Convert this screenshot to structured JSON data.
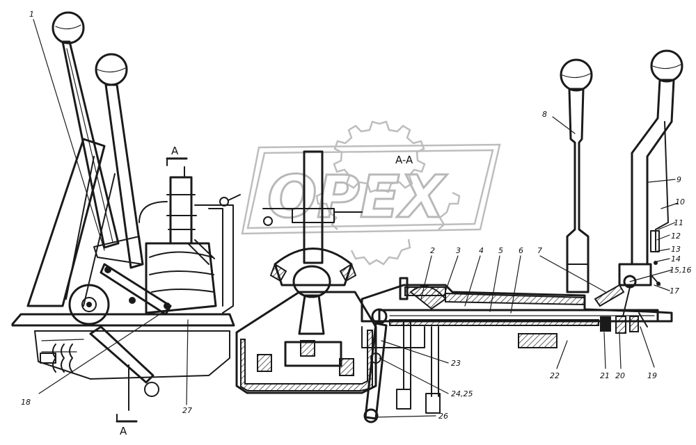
{
  "watermark": {
    "text": "OPEX"
  },
  "section_title": "A-A",
  "section_marks": {
    "top": "A",
    "bottom": "A"
  },
  "callouts": [
    {
      "id": "c1",
      "text": "1"
    },
    {
      "id": "c2",
      "text": "2"
    },
    {
      "id": "c3",
      "text": "3"
    },
    {
      "id": "c4",
      "text": "4"
    },
    {
      "id": "c5",
      "text": "5"
    },
    {
      "id": "c6",
      "text": "6"
    },
    {
      "id": "c7",
      "text": "7"
    },
    {
      "id": "c8",
      "text": "8"
    },
    {
      "id": "c9",
      "text": "9"
    },
    {
      "id": "c10",
      "text": "10"
    },
    {
      "id": "c11",
      "text": "11"
    },
    {
      "id": "c12",
      "text": "12"
    },
    {
      "id": "c13",
      "text": "13"
    },
    {
      "id": "c14",
      "text": "14"
    },
    {
      "id": "c15",
      "text": "15,16"
    },
    {
      "id": "c17",
      "text": "17"
    },
    {
      "id": "c18",
      "text": "18"
    },
    {
      "id": "c19",
      "text": "19"
    },
    {
      "id": "c20",
      "text": "20"
    },
    {
      "id": "c21",
      "text": "21"
    },
    {
      "id": "c22",
      "text": "22"
    },
    {
      "id": "c23",
      "text": "23"
    },
    {
      "id": "c24",
      "text": "24,25"
    },
    {
      "id": "c26",
      "text": "26"
    },
    {
      "id": "c27",
      "text": "27"
    }
  ]
}
